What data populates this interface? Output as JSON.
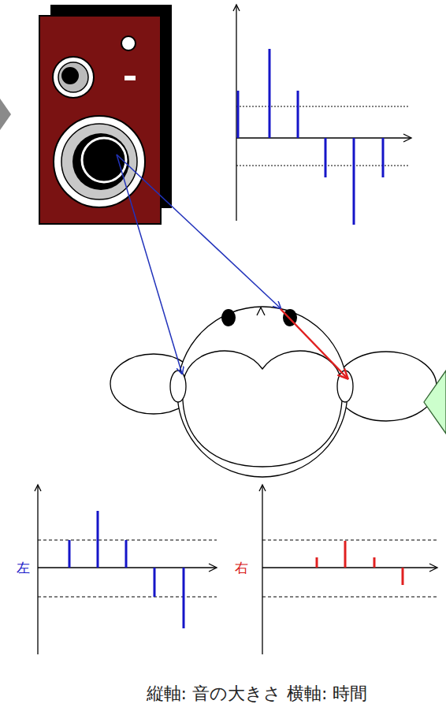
{
  "diagram": {
    "caption": "縦軸: 音の大きさ 横軸: 時間",
    "labels": [
      "左",
      "右"
    ]
  }
}
